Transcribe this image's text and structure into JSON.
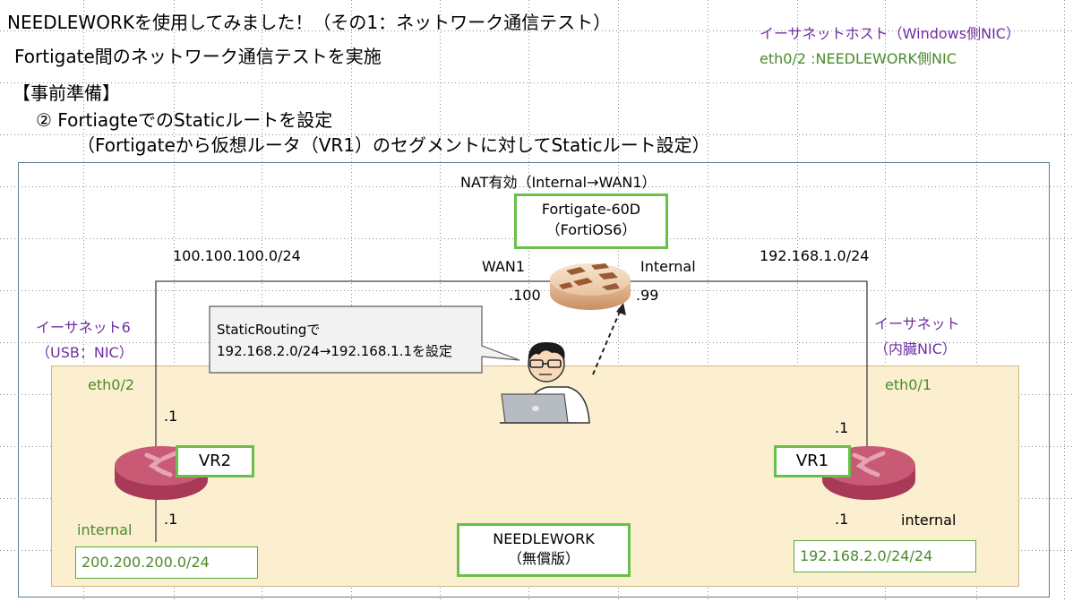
{
  "title": "NEEDLEWORKを使用してみました！（その1：ネットワーク通信テスト）",
  "subtitle": "Fortigate間のネットワーク通信テストを実施",
  "section": "【事前準備】",
  "step": "②  FortiagteでのStaticルートを設定",
  "step_detail": "（Fortigateから仮想ルータ（VR1）のセグメントに対してStaticルート設定）",
  "legend": {
    "host_line": "イーサネットホスト（Windows側NIC）",
    "eth_line": "eth0/2 :NEEDLEWORK側NIC"
  },
  "diagram": {
    "nat": "NAT有効（Internal→WAN1）",
    "fortigate_label_1": "Fortigate-60D",
    "fortigate_label_2": "（FortiOS6）",
    "wan_net": "100.100.100.0/24",
    "lan_net": "192.168.1.0/24",
    "wan_port": "WAN1",
    "lan_port": "Internal",
    "wan_ip": ".100",
    "lan_ip": ".99",
    "left_nic_1": "イーサネット6",
    "left_nic_2": "（USB：NIC）",
    "right_nic_1": "イーサネット",
    "right_nic_2": "（内臓NIC）",
    "callout_1": "StaticRoutingで",
    "callout_2": "192.168.2.0/24→192.168.1.1を設定",
    "left_eth": "eth0/2",
    "right_eth": "eth0/1",
    "vr2_top_ip": ".1",
    "vr1_top_ip": ".1",
    "vr2": "VR2",
    "vr1": "VR1",
    "vr2_bottom_ip": ".1",
    "vr1_bottom_ip": ".1",
    "left_internal": "internal",
    "right_internal": "internal",
    "left_net": "200.200.200.0/24",
    "right_net": "192.168.2.0/24/24",
    "needlework_1": "NEEDLEWORK",
    "needlework_2": "（無償版）"
  },
  "colors": {
    "accent_green": "#6abf4b",
    "purple": "#7030a0",
    "yellow_area": "#fbefd0",
    "router": "#c0506a"
  }
}
